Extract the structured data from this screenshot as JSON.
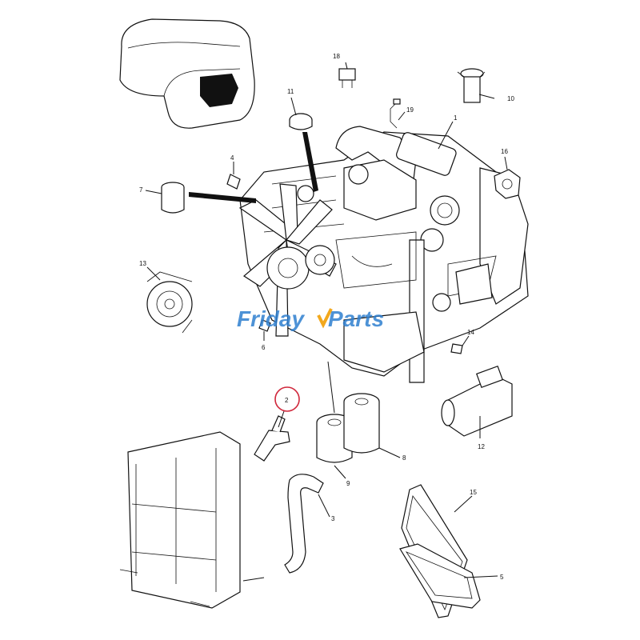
{
  "watermark": {
    "text_a": "Friday",
    "text_b": "Parts",
    "color_a": "#2f7fd0",
    "color_b": "#2f7fd0",
    "accent": "#f2a81d"
  },
  "callouts": {
    "c1": "1",
    "c2": "2",
    "c3": "3",
    "c4": "4",
    "c5": "5",
    "c6": "6",
    "c7": "7",
    "c8": "8",
    "c9": "9",
    "c10": "10",
    "c11": "11",
    "c12": "12",
    "c13": "13",
    "c14": "14",
    "c15": "15",
    "c16": "16",
    "c18": "18",
    "c19": "19"
  },
  "highlight": {
    "target": "2",
    "color": "#d0283c"
  }
}
